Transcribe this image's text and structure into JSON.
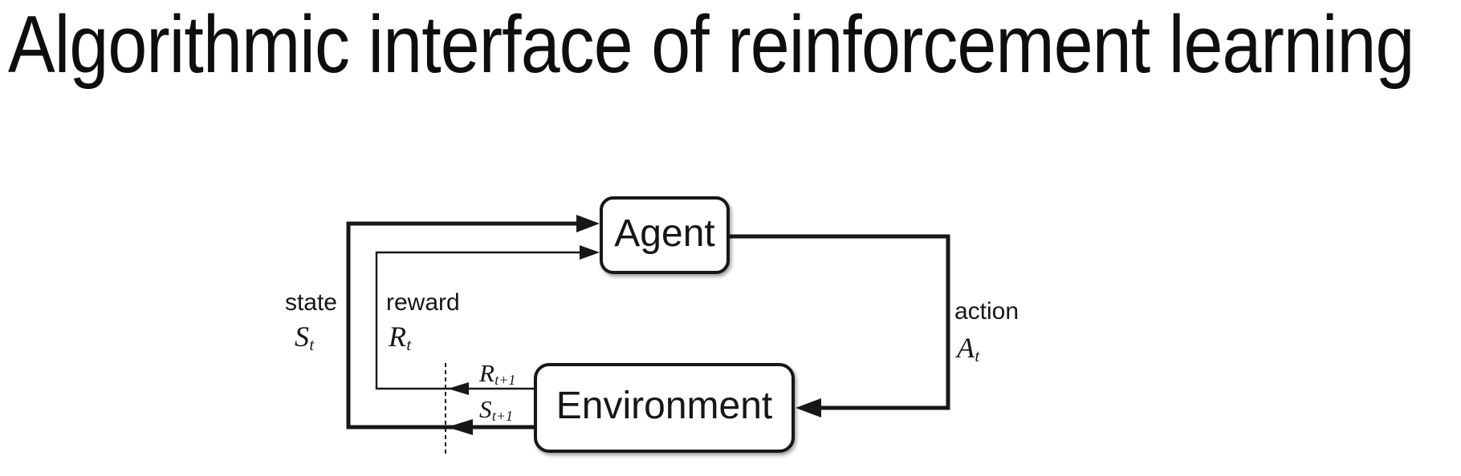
{
  "title": "Algorithmic interface of reinforcement learning",
  "diagram": {
    "nodes": {
      "agent": {
        "label": "Agent"
      },
      "environment": {
        "label": "Environment"
      }
    },
    "labels": {
      "state": {
        "word": "state",
        "base": "S",
        "sub": "t"
      },
      "reward": {
        "word": "reward",
        "base": "R",
        "sub": "t"
      },
      "action": {
        "word": "action",
        "base": "A",
        "sub": "t"
      },
      "next_reward": {
        "base": "R",
        "sub": "t+1"
      },
      "next_state": {
        "base": "S",
        "sub": "t+1"
      }
    },
    "arrows": [
      {
        "name": "state-to-agent",
        "from": "environment",
        "to": "agent",
        "signal": "state S_t"
      },
      {
        "name": "reward-to-agent",
        "from": "environment",
        "to": "agent",
        "signal": "reward R_t"
      },
      {
        "name": "action-to-environment",
        "from": "agent",
        "to": "environment",
        "signal": "action A_t"
      },
      {
        "name": "next-reward-at-divider",
        "from": "environment",
        "to": "time-step-divider",
        "signal": "R_t+1"
      },
      {
        "name": "next-state-at-divider",
        "from": "environment",
        "to": "time-step-divider",
        "signal": "S_t+1"
      }
    ]
  },
  "colors": {
    "ink": "#171717",
    "background": "#ffffff"
  }
}
